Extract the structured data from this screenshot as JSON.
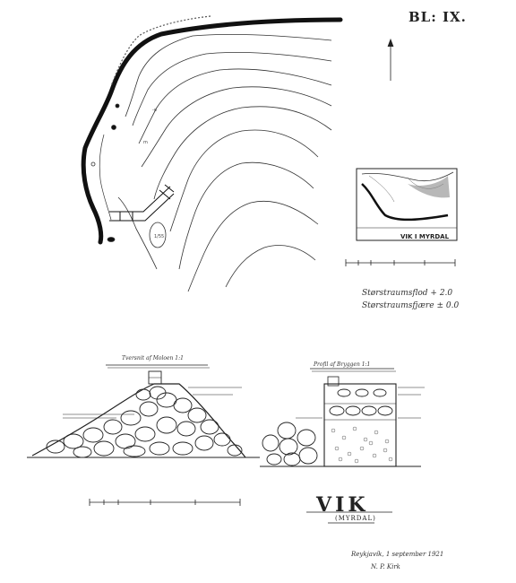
{
  "sheet_label": "BL: IX.",
  "inset_map_label": "VIK I MYRDAL",
  "tide_levels": [
    {
      "label": "Størstraumsflod",
      "value": "+ 2.0"
    },
    {
      "label": "Størstraumsfjære",
      "value": "± 0.0"
    }
  ],
  "sections": [
    {
      "label": "Tversnit af Moloen 1:1"
    },
    {
      "label": "Profil af Bryggen 1:1"
    }
  ],
  "title": "VIK",
  "subtitle": "(MYRDAL)",
  "date_line": "Reykjavík, 1 september 1921",
  "signature": "N. P. Kirk"
}
